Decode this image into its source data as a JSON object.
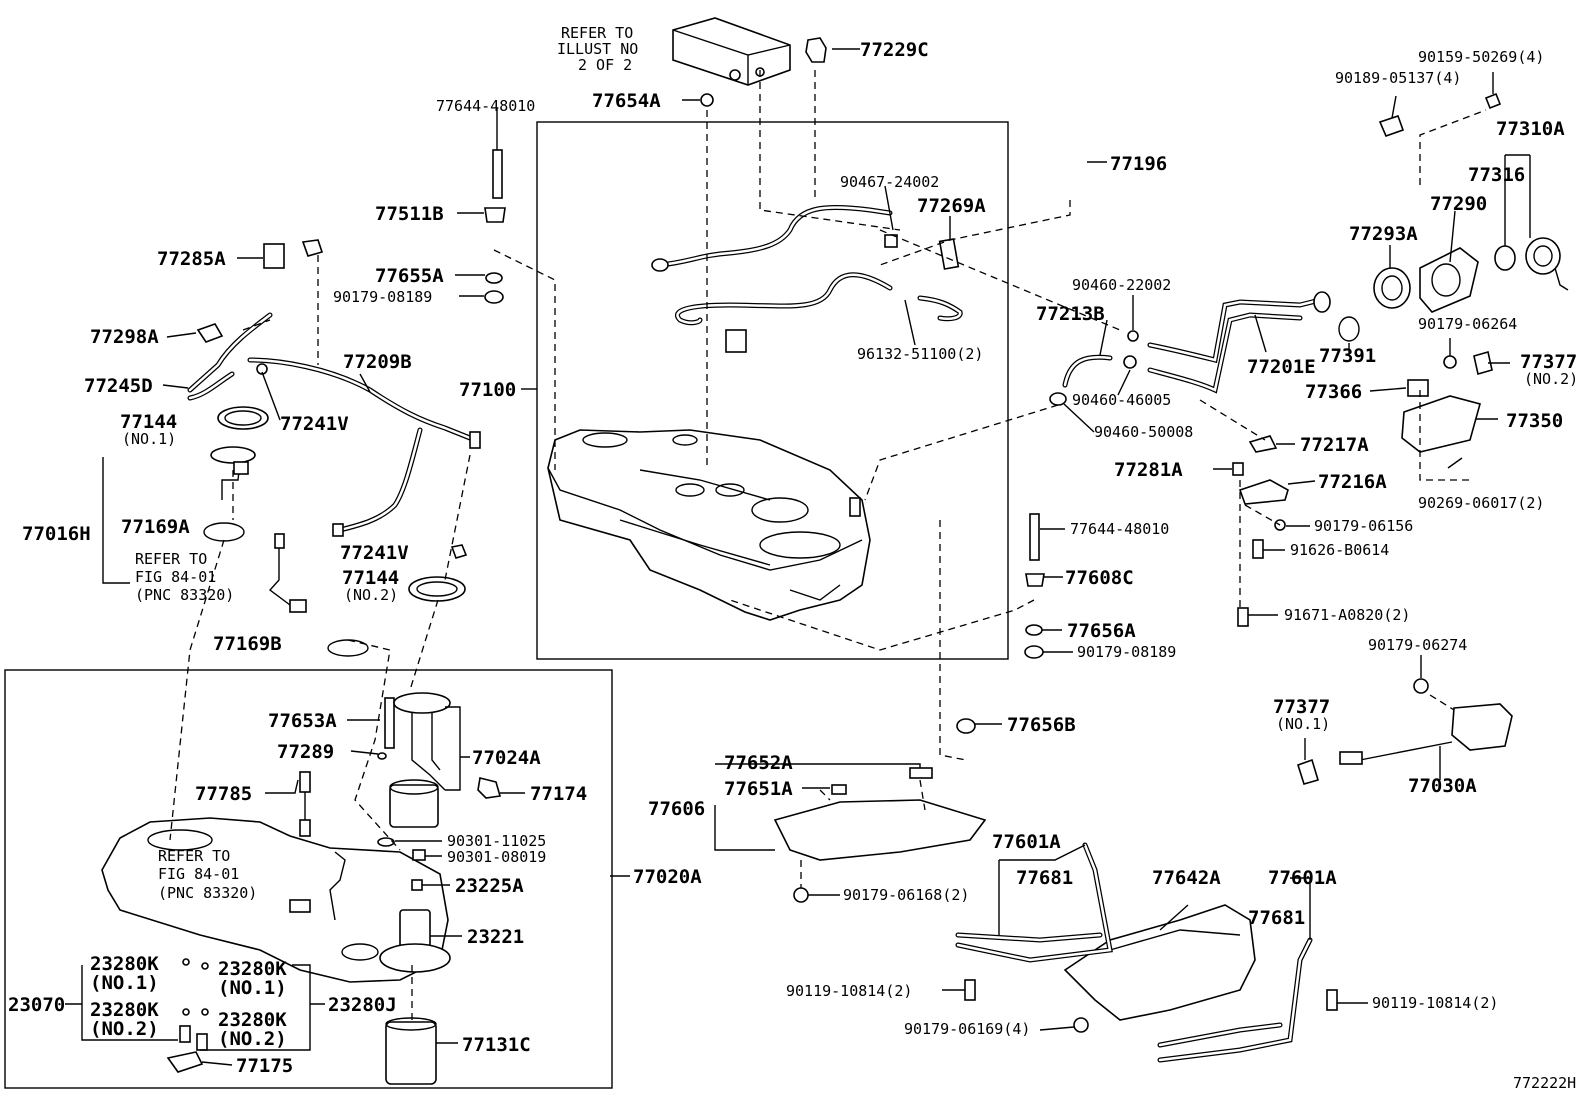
{
  "drawing_id": "772222H",
  "notes": {
    "refer_top": [
      "REFER TO",
      "ILLUST NO",
      "2 OF 2"
    ],
    "refer_left": [
      "REFER TO",
      "FIG 84-01",
      "(PNC 83320)"
    ],
    "refer_inset": [
      "REFER TO",
      "FIG 84-01",
      "(PNC 83320)"
    ]
  },
  "labels": {
    "p77229C": "77229C",
    "p77654A": "77654A",
    "p77644_48010_top": "77644-48010",
    "p77511B": "77511B",
    "p77285A": "77285A",
    "p77655A": "77655A",
    "p90179_08189_top": "90179-08189",
    "p77298A": "77298A",
    "p77209B": "77209B",
    "p77245D": "77245D",
    "p77144_1": "77144",
    "p77144_1_sub": "(NO.1)",
    "p77241V_1": "77241V",
    "p77016H": "77016H",
    "p77169A": "77169A",
    "p77241V_2": "77241V",
    "p77144_2": "77144",
    "p77144_2_sub": "(NO.2)",
    "p77169B": "77169B",
    "p77100": "77100",
    "p90467_24002": "90467-24002",
    "p77269A": "77269A",
    "p96132_51100": "96132-51100(2)",
    "p77196": "77196",
    "p90460_22002": "90460-22002",
    "p77213B": "77213B",
    "p90460_46005": "90460-46005",
    "p90460_50008": "90460-50008",
    "p77201E": "77201E",
    "p77391": "77391",
    "p77293A": "77293A",
    "p77290": "77290",
    "p90159_50269": "90159-50269(4)",
    "p90189_05137": "90189-05137(4)",
    "p77310A": "77310A",
    "p77316": "77316",
    "p90179_06264": "90179-06264",
    "p77377_2": "77377",
    "p77377_2_sub": "(NO.2)",
    "p77366": "77366",
    "p77350": "77350",
    "p77217A": "77217A",
    "p77281A": "77281A",
    "p77216A": "77216A",
    "p90269_06017": "90269-06017(2)",
    "p90179_06156": "90179-06156",
    "p91626_B0614": "91626-B0614",
    "p91671_A0820": "91671-A0820(2)",
    "p77644_48010_mid": "77644-48010",
    "p77608C": "77608C",
    "p77656A": "77656A",
    "p90179_08189_mid": "90179-08189",
    "p77656B": "77656B",
    "p90179_06274": "90179-06274",
    "p77377_1": "77377",
    "p77377_1_sub": "(NO.1)",
    "p77030A": "77030A",
    "p77653A": "77653A",
    "p77289": "77289",
    "p77024A": "77024A",
    "p77785": "77785",
    "p77174": "77174",
    "p90301_11025": "90301-11025",
    "p90301_08019": "90301-08019",
    "p23225A": "23225A",
    "p77020A": "77020A",
    "p23221": "23221",
    "p23280K_a": "23280K",
    "p23280K_a_sub": "(NO.1)",
    "p23280K_b": "23280K",
    "p23280K_b_sub": "(NO.1)",
    "p23070": "23070",
    "p23280K_c": "23280K",
    "p23280K_c_sub": "(NO.2)",
    "p23280K_d": "23280K",
    "p23280K_d_sub": "(NO.2)",
    "p23280J": "23280J",
    "p77131C": "77131C",
    "p77175": "77175",
    "p77652A": "77652A",
    "p77651A": "77651A",
    "p77606": "77606",
    "p90179_06168": "90179-06168(2)",
    "p77601A_1": "77601A",
    "p77681_1": "77681",
    "p77642A": "77642A",
    "p77601A_2": "77601A",
    "p77681_2": "77681",
    "p90119_10814_1": "90119-10814(2)",
    "p90179_06169": "90179-06169(4)",
    "p90119_10814_2": "90119-10814(2)"
  }
}
